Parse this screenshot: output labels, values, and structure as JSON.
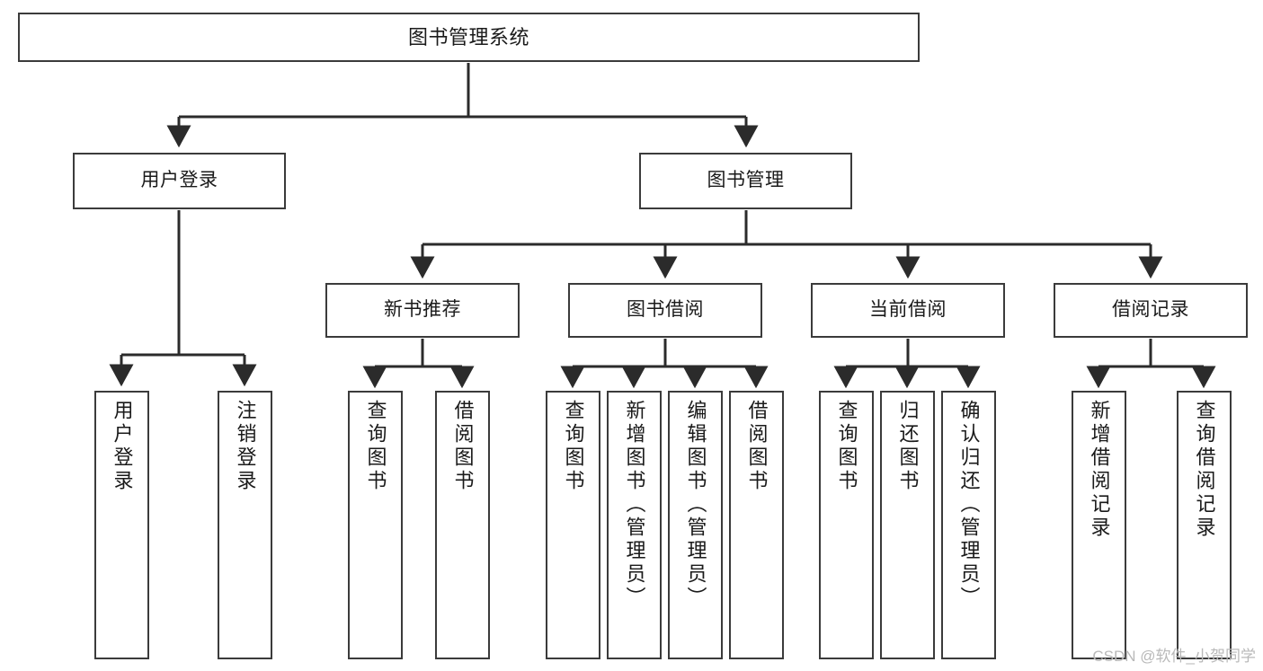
{
  "diagram": {
    "title": "图书管理系统",
    "type": "tree-hierarchy",
    "watermark": "CSDN @软件_小贺同学",
    "colors": {
      "box_border": "#3b3b3b",
      "box_fill": "#ffffff",
      "edge": "#2b2b2b",
      "text": "#1a1a1a",
      "watermark": "#b9b9b9"
    },
    "root": {
      "label": "图书管理系统"
    },
    "level1": [
      {
        "label": "用户登录"
      },
      {
        "label": "图书管理"
      }
    ],
    "level2": [
      {
        "label": "新书推荐"
      },
      {
        "label": "图书借阅"
      },
      {
        "label": "当前借阅"
      },
      {
        "label": "借阅记录"
      }
    ],
    "leaves": {
      "user_login": [
        {
          "label": "用户登录"
        },
        {
          "label": "注销登录"
        }
      ],
      "new_book_recommend": [
        {
          "label": "查询图书"
        },
        {
          "label": "借阅图书"
        }
      ],
      "book_borrow": [
        {
          "label": "查询图书"
        },
        {
          "label": "新增图书（管理员）"
        },
        {
          "label": "编辑图书（管理员）"
        },
        {
          "label": "借阅图书"
        }
      ],
      "current_borrow": [
        {
          "label": "查询图书"
        },
        {
          "label": "归还图书"
        },
        {
          "label": "确认归还（管理员）"
        }
      ],
      "borrow_record": [
        {
          "label": "新增借阅记录"
        },
        {
          "label": "查询借阅记录"
        }
      ]
    }
  }
}
